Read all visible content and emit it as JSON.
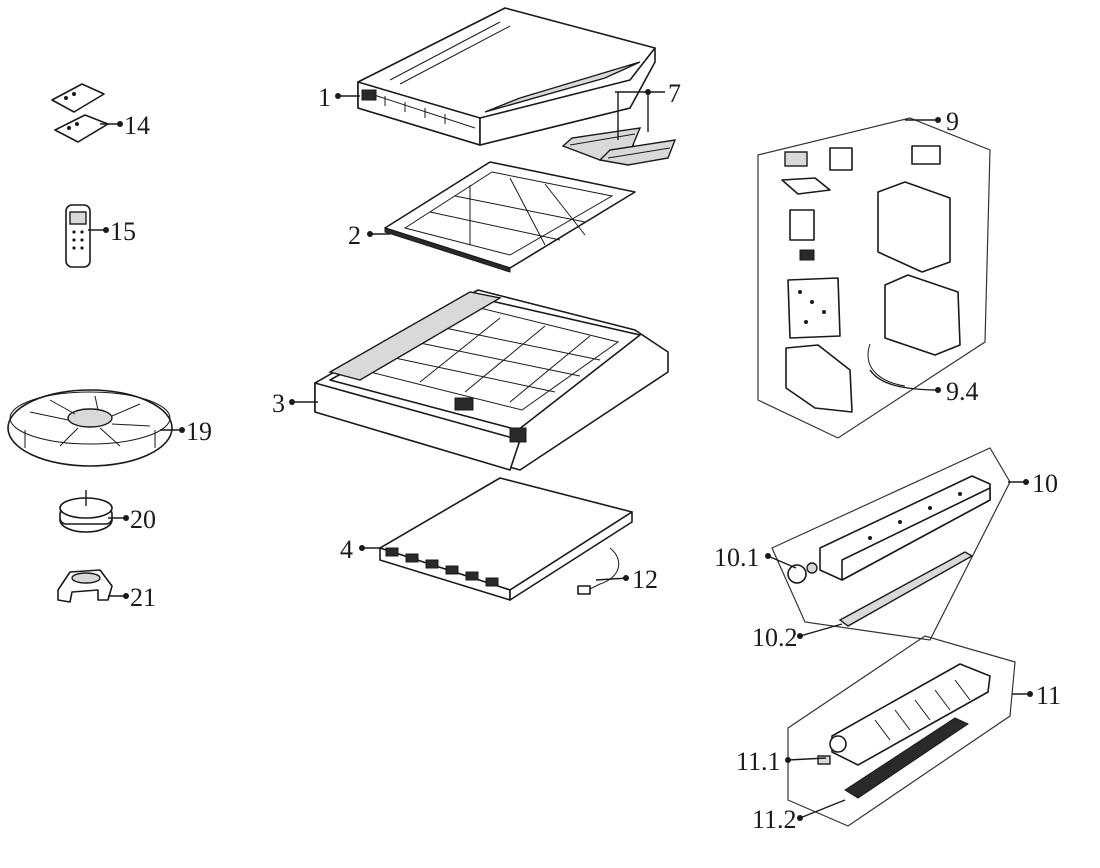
{
  "callouts": [
    {
      "id": "p1",
      "label": "1"
    },
    {
      "id": "p2",
      "label": "2"
    },
    {
      "id": "p3",
      "label": "3"
    },
    {
      "id": "p4",
      "label": "4"
    },
    {
      "id": "p7",
      "label": "7"
    },
    {
      "id": "p9",
      "label": "9"
    },
    {
      "id": "p9_4",
      "label": "9.4"
    },
    {
      "id": "p10",
      "label": "10"
    },
    {
      "id": "p10_1",
      "label": "10.1"
    },
    {
      "id": "p10_2",
      "label": "10.2"
    },
    {
      "id": "p11",
      "label": "11"
    },
    {
      "id": "p11_1",
      "label": "11.1"
    },
    {
      "id": "p11_2",
      "label": "11.2"
    },
    {
      "id": "p12",
      "label": "12"
    },
    {
      "id": "p14",
      "label": "14"
    },
    {
      "id": "p15",
      "label": "15"
    },
    {
      "id": "p19",
      "label": "19"
    },
    {
      "id": "p20",
      "label": "20"
    },
    {
      "id": "p21",
      "label": "21"
    }
  ]
}
